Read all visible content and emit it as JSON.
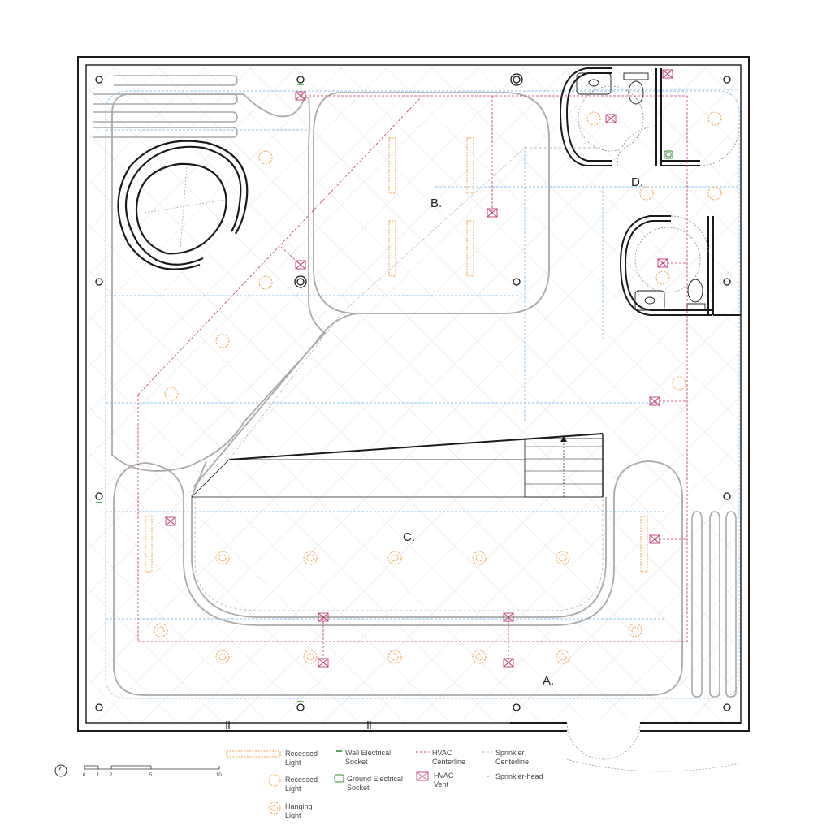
{
  "drawing": {
    "rooms": [
      {
        "id": "B",
        "label": "B."
      },
      {
        "id": "C",
        "label": "C."
      },
      {
        "id": "D",
        "label": "D."
      },
      {
        "id": "A",
        "label": "A."
      }
    ],
    "scale_bar": {
      "ticks": [
        "0",
        "1",
        "2",
        "5",
        "10"
      ]
    },
    "north_arrow_icon": "north-arrow-icon"
  },
  "legend": [
    {
      "symbol": "recessed-light-linear",
      "lines": [
        "Recessed",
        "Light"
      ]
    },
    {
      "symbol": "recessed-light-round",
      "lines": [
        "Recessed",
        "Light"
      ]
    },
    {
      "symbol": "hanging-light",
      "lines": [
        "Hanging",
        "Light"
      ]
    },
    {
      "symbol": "wall-socket",
      "lines": [
        "Wall Electrical",
        "Socket"
      ]
    },
    {
      "symbol": "ground-socket",
      "lines": [
        "Ground Electrical",
        "Socket"
      ]
    },
    {
      "symbol": "hvac-centerline",
      "lines": [
        "HVAC",
        "Centerline"
      ]
    },
    {
      "symbol": "hvac-vent",
      "lines": [
        "HVAC",
        "Vent"
      ]
    },
    {
      "symbol": "sprinkler-centerline",
      "lines": [
        "Sprinkler",
        "Centerline"
      ]
    },
    {
      "symbol": "sprinkler-head",
      "lines": [
        "Sprinkler-head"
      ]
    }
  ],
  "colors": {
    "wall": "#1a1a1a",
    "contour": "#aaaaaa",
    "light": "#f2a03d",
    "hvac": "#c2336f",
    "sprinkler": "#7fb8e8",
    "socket": "#2e8b2e",
    "grid": "#e6e6e6"
  }
}
